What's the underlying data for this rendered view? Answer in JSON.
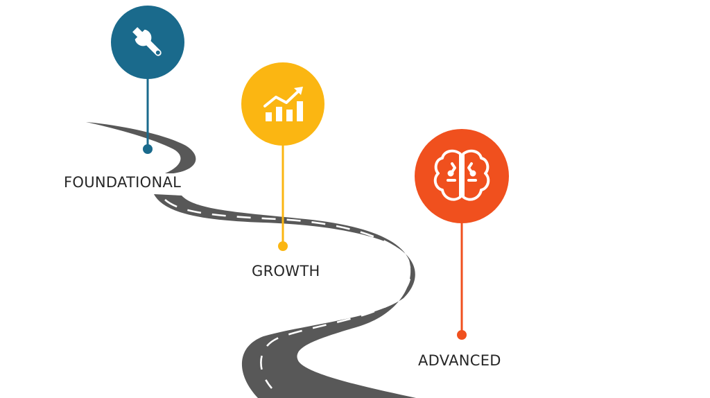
{
  "stages": [
    {
      "label": "FOUNDATIONAL",
      "icon": "wrench-icon",
      "color": "#1A6A8C"
    },
    {
      "label": "GROWTH",
      "icon": "growth-chart-icon",
      "color": "#FBB612"
    },
    {
      "label": "ADVANCED",
      "icon": "brain-icon",
      "color": "#F0501E"
    }
  ],
  "road": {
    "asphalt": "#585858",
    "lane_marking": "#ffffff"
  }
}
